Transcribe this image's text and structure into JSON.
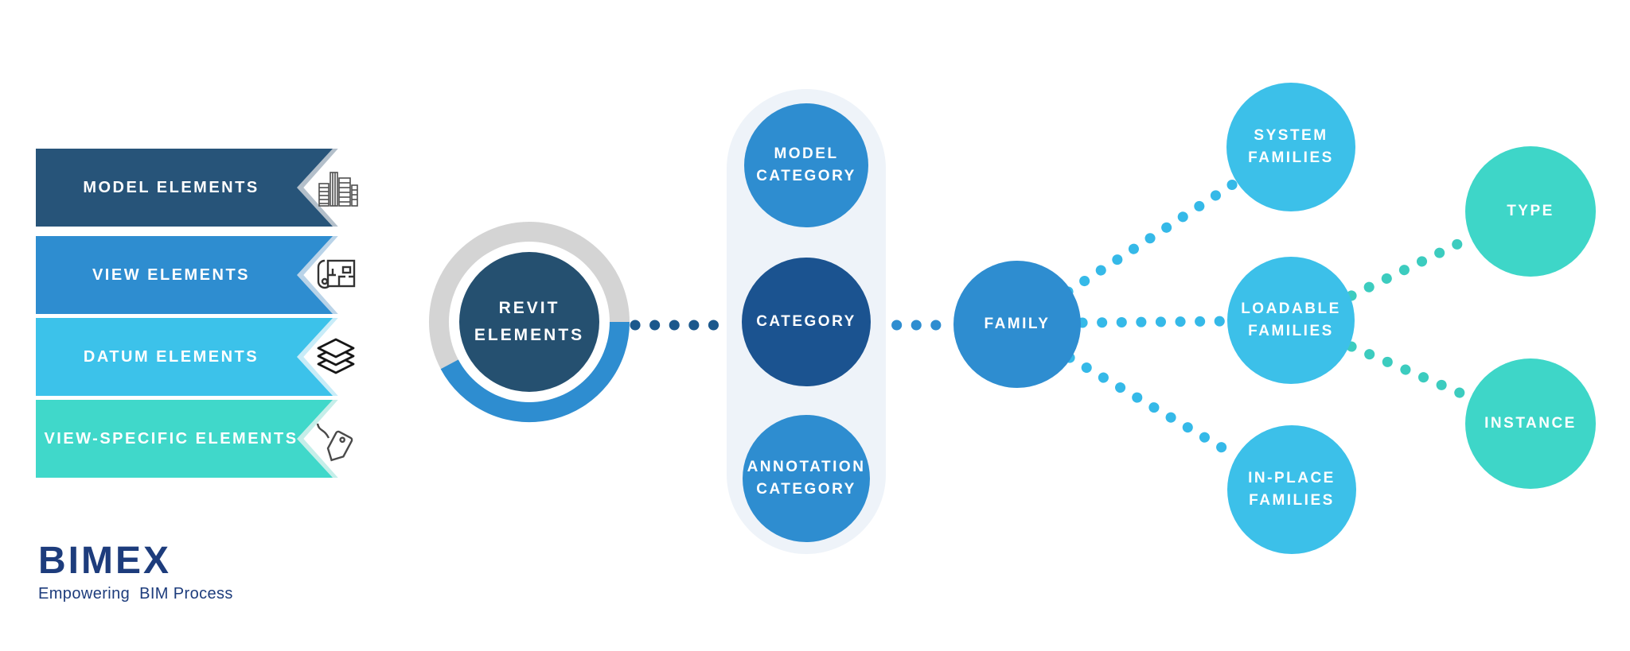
{
  "banners": [
    {
      "label": "MODEL ELEMENTS",
      "icon": "building-icon",
      "color": "#275479",
      "edge": "#b3bfca"
    },
    {
      "label": "VIEW ELEMENTS",
      "icon": "floorplan-icon",
      "color": "#2e8dd0",
      "edge": "#b9d3e8"
    },
    {
      "label": "DATUM ELEMENTS",
      "icon": "layers-icon",
      "color": "#3cc2ea",
      "edge": "#c8ecf8"
    },
    {
      "label": "VIEW-SPECIFIC ELEMENTS",
      "icon": "tag-icon",
      "color": "#40d8ca",
      "edge": "#c5eee9"
    }
  ],
  "hub": {
    "label": "REVIT ELEMENTS",
    "fill": "#255070",
    "ring_gray": "#d4d4d4",
    "ring_blue": "#2e8dd0"
  },
  "category_group": {
    "panel_fill": "#eef3f9",
    "items": [
      {
        "label": "MODEL CATEGORY",
        "fill": "#2e8dd0"
      },
      {
        "label": "CATEGORY",
        "fill": "#1b5390"
      },
      {
        "label": "ANNOTATION CATEGORY",
        "fill": "#2e8dd0"
      }
    ]
  },
  "family": {
    "label": "FAMILY",
    "fill": "#2e8dd0"
  },
  "families": [
    {
      "label": "SYSTEM FAMILIES",
      "fill": "#3cc0e9"
    },
    {
      "label": "LOADABLE FAMILIES",
      "fill": "#3cc0e9"
    },
    {
      "label": "IN-PLACE FAMILIES",
      "fill": "#3cc0e9"
    }
  ],
  "type_instance": [
    {
      "label": "TYPE",
      "fill": "#3ed6c8"
    },
    {
      "label": "INSTANCE",
      "fill": "#3ed6c8"
    }
  ],
  "connectors": {
    "navy": "#1b588c",
    "blue": "#2e8dd0",
    "cyan": "#35b9e8",
    "teal": "#3cccbf"
  },
  "logo": {
    "name": "BIMEX",
    "tagline": "Empowering  BIM Process",
    "color": "#1d3c7c"
  }
}
